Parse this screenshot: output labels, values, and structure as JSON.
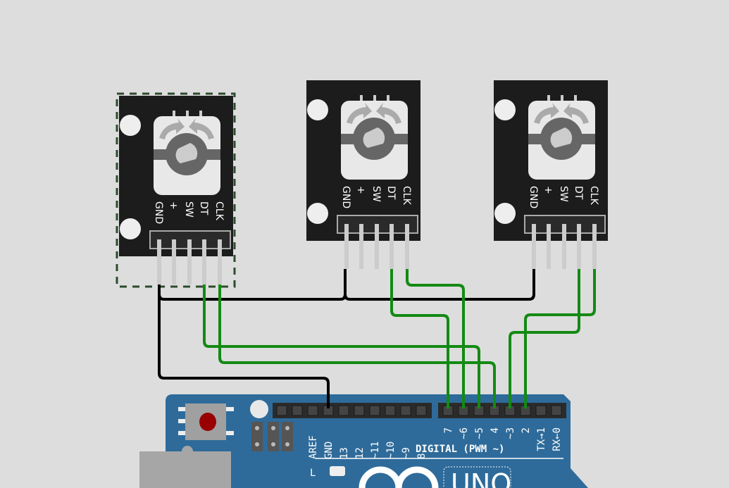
{
  "encoders": [
    {
      "id": "encoder1",
      "selected": true,
      "pins": [
        "GND",
        "+",
        "SW",
        "DT",
        "CLK"
      ]
    },
    {
      "id": "encoder2",
      "selected": false,
      "pins": [
        "GND",
        "+",
        "SW",
        "DT",
        "CLK"
      ]
    },
    {
      "id": "encoder3",
      "selected": false,
      "pins": [
        "GND",
        "+",
        "SW",
        "DT",
        "CLK"
      ]
    }
  ],
  "arduino": {
    "model": "UNO",
    "header_labels": [
      "AREF",
      "GND",
      "13",
      "12",
      "~11",
      "~10",
      "~9",
      "8",
      "7",
      "~6",
      "~5",
      "4",
      "~3",
      "2",
      "TX→1",
      "RX←0"
    ],
    "digital_label": "DIGITAL (PWM ~)",
    "led_label": "L"
  },
  "colors": {
    "board": "#2e6b9a",
    "wire_green": "#138a13",
    "wire_black": "#000000",
    "pcb": "#1c1c1c",
    "selection": "#2d4a2d"
  }
}
